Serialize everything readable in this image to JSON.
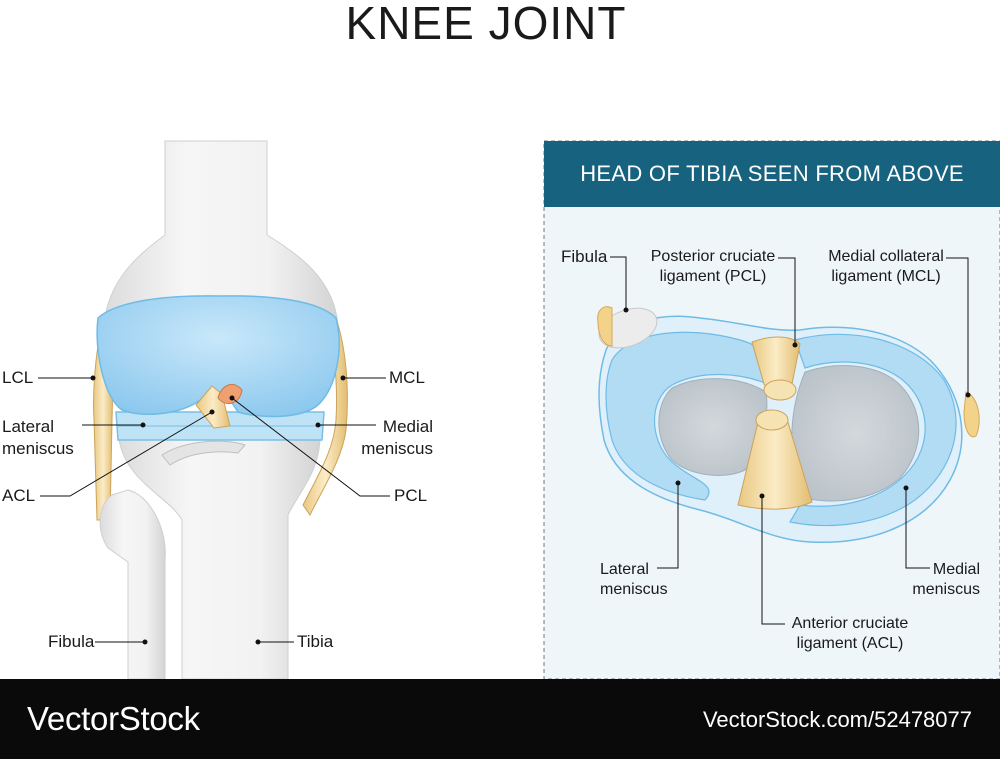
{
  "title": "KNEE JOINT",
  "panel": {
    "heading": "HEAD OF TIBIA SEEN FROM ABOVE"
  },
  "front_view": {
    "labels": {
      "lcl": "LCL",
      "lateral_meniscus": "Lateral\nmeniscus",
      "acl": "ACL",
      "fibula": "Fibula",
      "mcl": "MCL",
      "medial_meniscus": "Medial\nmeniscus",
      "pcl": "PCL",
      "tibia": "Tibia"
    }
  },
  "top_view": {
    "labels": {
      "fibula": "Fibula",
      "pcl": "Posterior cruciate\nligament (PCL)",
      "mcl": "Medial collateral\nligament (MCL)",
      "lateral_meniscus": "Lateral\nmeniscus",
      "medial_meniscus": "Medial\nmeniscus",
      "acl": "Anterior cruciate\nligament (ACL)"
    }
  },
  "footer": {
    "brand": "VectorStock",
    "stock_id": "VectorStock.com/52478077"
  },
  "colors": {
    "bone": "#ececec",
    "bone_shade": "#d6d6d6",
    "cartilage": "#a9d8f3",
    "cartilage_edge": "#6fbbe6",
    "ligament": "#f5e3b3",
    "ligament_edge": "#d9b66a",
    "pcl_orange": "#f0a070",
    "panel_header": "#17637f",
    "panel_bg": "#eef6fa"
  }
}
